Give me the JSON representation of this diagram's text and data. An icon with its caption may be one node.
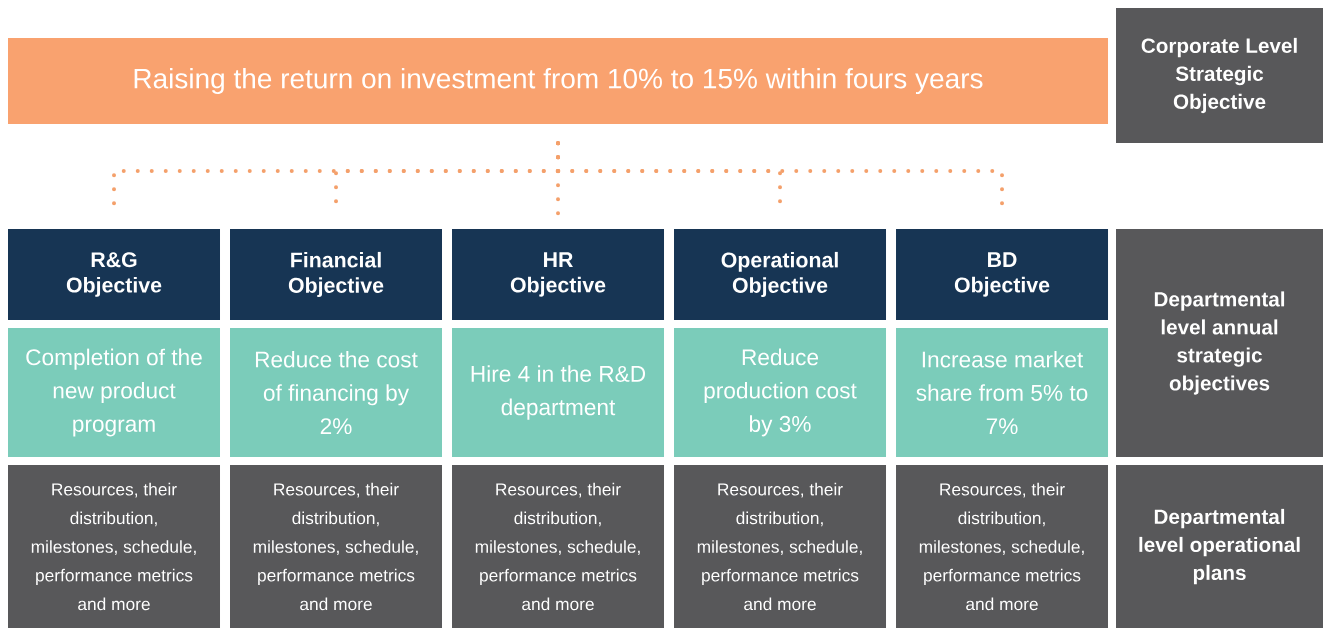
{
  "diagram": {
    "nodes": [
      {
        "text": [
          "Raising the return on investment from 10% to 15% within fours years"
        ]
      },
      {
        "text": [
          "Corporate Level Strategic Objective"
        ]
      },
      {
        "text": [
          "R&G Objective"
        ]
      },
      {
        "text": [
          "Financial Objective"
        ]
      },
      {
        "text": [
          "HR Objective"
        ]
      },
      {
        "text": [
          "Operational Objective"
        ]
      },
      {
        "text": [
          "BD Objective"
        ]
      },
      {
        "text": [
          "Completion of the new product program"
        ]
      },
      {
        "text": [
          "Reduce the cost of financing by 2%"
        ]
      },
      {
        "text": [
          "Hire 4 in the R&D department"
        ]
      },
      {
        "text": [
          "Reduce production cost by 3%"
        ]
      },
      {
        "text": [
          "Increase market share from 5% to 7%"
        ]
      },
      {
        "text": [
          "Resources, their distribution, milestones, schedule, performance metrics and more"
        ]
      },
      {
        "text": [
          "Resources, their distribution, milestones, schedule, performance metrics and more"
        ]
      },
      {
        "text": [
          "Resources, their distribution, milestones, schedule, performance metrics and more"
        ]
      },
      {
        "text": [
          "Resources, their distribution, milestones, schedule, performance metrics and more"
        ]
      },
      {
        "text": [
          "Resources, their distribution, milestones, schedule, performance metrics and more"
        ]
      },
      {
        "text": [
          "Departmental level annual strategic objectives"
        ]
      },
      {
        "text": [
          "Departmental level operational plans"
        ]
      }
    ],
    "edges": [
      {
        "from": 0,
        "to": 2,
        "arrow": "none",
        "style": "dashed"
      },
      {
        "from": 0,
        "to": 3,
        "arrow": "none",
        "style": "dashed"
      },
      {
        "from": 0,
        "to": 4,
        "arrow": "none",
        "style": "dashed"
      },
      {
        "from": 0,
        "to": 5,
        "arrow": "none",
        "style": "dashed"
      },
      {
        "from": 0,
        "to": 6,
        "arrow": "none",
        "style": "dashed"
      }
    ]
  }
}
